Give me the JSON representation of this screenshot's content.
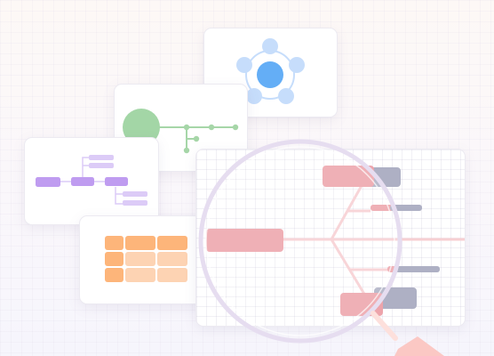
{
  "scene": {
    "cards": [
      {
        "name": "radial-diagram-card",
        "icon": "radial-network-icon"
      },
      {
        "name": "tree-diagram-card",
        "icon": "tree-branch-icon"
      },
      {
        "name": "org-chart-card",
        "icon": "org-chart-icon"
      },
      {
        "name": "table-grid-card",
        "icon": "table-grid-icon"
      },
      {
        "name": "fishbone-diagram-card",
        "icon": "fishbone-icon"
      }
    ],
    "overlay_icon": "magnifier-icon"
  },
  "colors": {
    "radial_node": "#c6ddfb",
    "radial_center": "#64aef6",
    "tree_root": "#a3d6a6",
    "tree_line": "#a6d6a8",
    "org_node": "#bf9cf0",
    "org_child": "#dccbf7",
    "table_header": "#fdb57a",
    "table_cell": "#fdd3b3",
    "fish_primary": "#eda4ab",
    "fish_secondary": "#aeb0c4",
    "magnifier_ring": "#e6ddf0",
    "magnifier_handle": "#fbc8c4"
  }
}
